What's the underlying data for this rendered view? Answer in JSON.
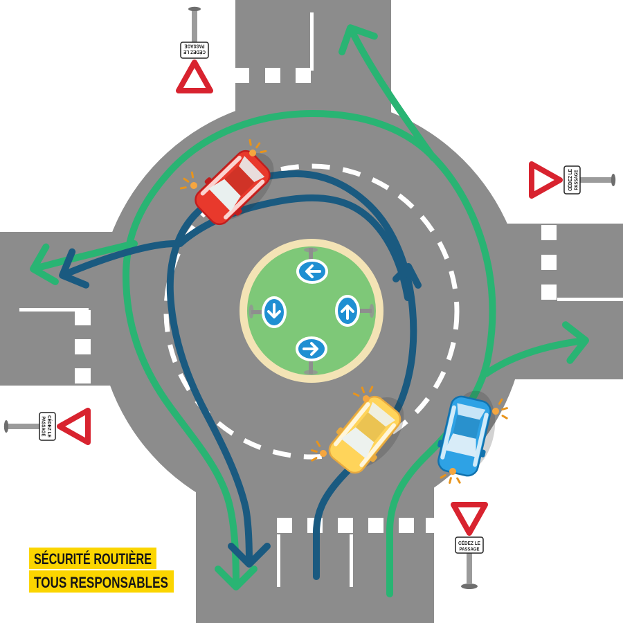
{
  "banner": {
    "line1": "SÉCURITÉ ROUTIÈRE",
    "line2": "TOUS RESPONSABLES",
    "bg_color": "#FBD500",
    "text_color": "#161616"
  },
  "yield_sign": {
    "line1": "CÉDEZ LE",
    "line2": "PASSAGE"
  },
  "signs": {
    "top": {
      "location": "north approach",
      "rotation_deg": 180
    },
    "right": {
      "location": "east approach",
      "rotation_deg": -90
    },
    "left": {
      "location": "west approach",
      "rotation_deg": 90
    },
    "bottom_right": {
      "location": "south approach",
      "rotation_deg": 0
    }
  },
  "island": {
    "arrow_signs": [
      "left",
      "down",
      "up",
      "right"
    ],
    "green": "#7EC878",
    "border": "#F3E3B5",
    "sign_blue": "#1F8FD2"
  },
  "flows": {
    "outer_lane": {
      "color": "#29B473",
      "entry": "south",
      "exits": [
        "east",
        "north",
        "west",
        "south-u-turn"
      ]
    },
    "inner_lane": {
      "color": "#1A5A80",
      "entry": "south",
      "exits": [
        "west",
        "south-u-turn"
      ]
    }
  },
  "cars": [
    {
      "name": "red-car",
      "color": "#E8392C",
      "location": "circulating north-west",
      "signal": "right"
    },
    {
      "name": "yellow-car",
      "color": "#FFD45A",
      "location": "exiting south",
      "signal": "right"
    },
    {
      "name": "blue-car",
      "color": "#2EA2E5",
      "location": "exiting south-east",
      "signal": "right"
    }
  ],
  "colors": {
    "road": "#8C8C8C",
    "background": "#FFFFFF",
    "marking": "#FFFFFF",
    "yield_red": "#D8232F"
  }
}
